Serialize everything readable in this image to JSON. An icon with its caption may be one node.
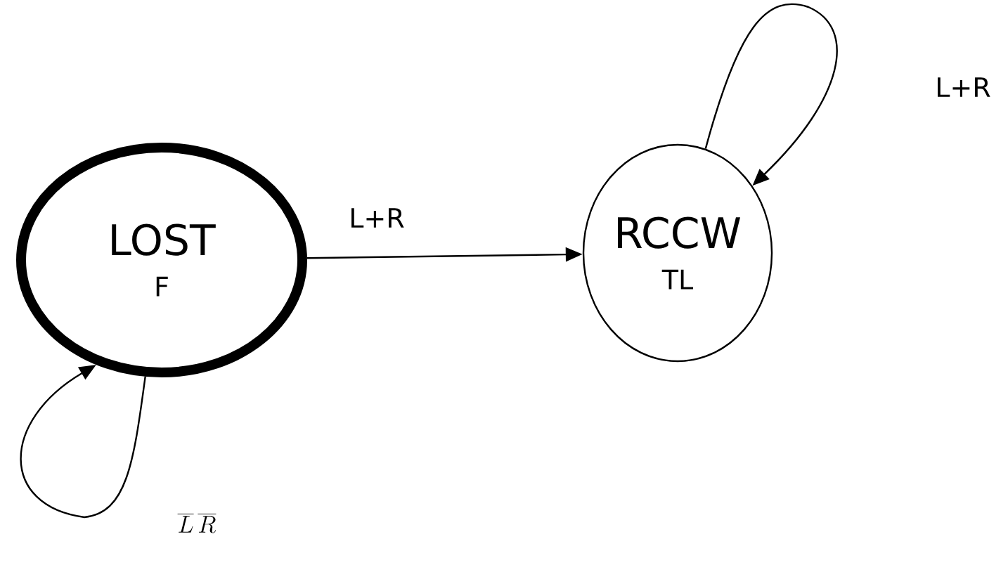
{
  "diagram": {
    "nodes": [
      {
        "text": [
          "LOST",
          "F"
        ]
      },
      {
        "text": [
          "RCCW",
          "TL"
        ]
      }
    ],
    "edges": [
      {
        "from": 0,
        "to": 1,
        "arrow": "to",
        "label": "L+R"
      },
      {
        "from": 1,
        "to": 1,
        "arrow": "to",
        "label": "L+R"
      },
      {
        "from": 0,
        "to": 0,
        "arrow": "to",
        "label": "\\overline{L}\\,\\overline{R}"
      }
    ]
  }
}
